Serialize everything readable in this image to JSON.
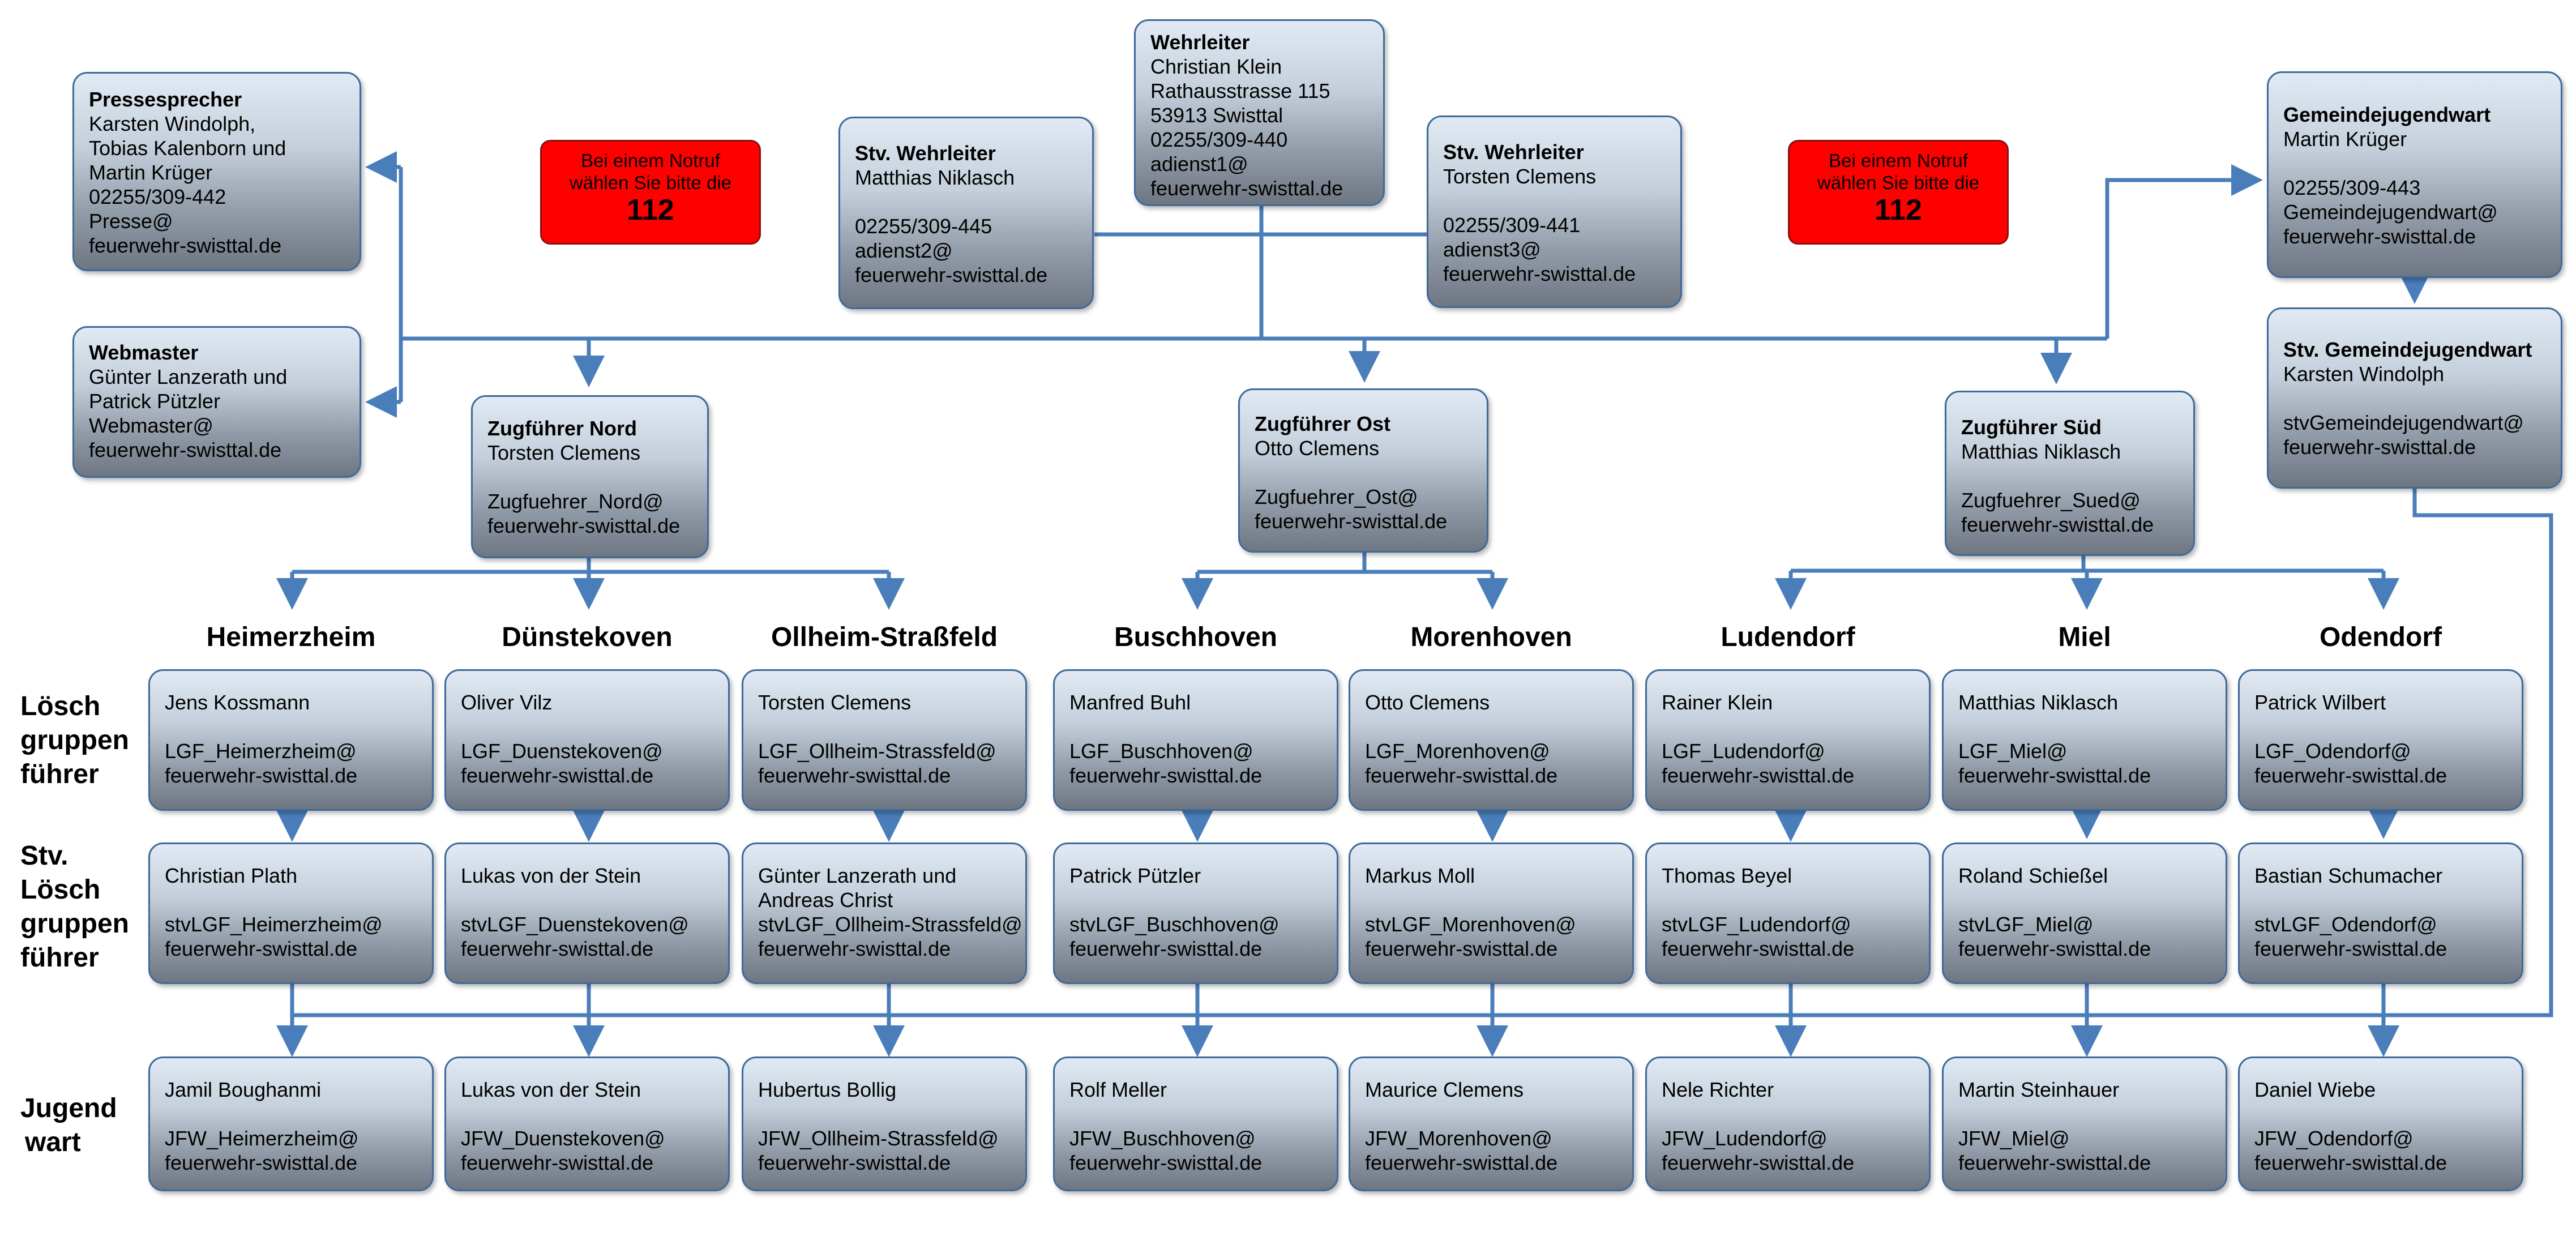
{
  "notruf_left": {
    "line1": "Bei einem Notruf",
    "line2": "wählen Sie bitte die",
    "number": "112"
  },
  "notruf_right": {
    "line1": "Bei einem Notruf",
    "line2": "wählen Sie bitte die",
    "number": "112"
  },
  "wehrleiter": {
    "title": "Wehrleiter",
    "name": "Christian Klein",
    "street": "Rathausstrasse 115",
    "city": "53913 Swisttal",
    "phone": "02255/309-440",
    "mail": "adienst1@",
    "domain": "feuerwehr-swisttal.de"
  },
  "stv_left": {
    "title": "Stv. Wehrleiter",
    "name": "Matthias Niklasch",
    "phone": "02255/309-445",
    "mail": "adienst2@",
    "domain": "feuerwehr-swisttal.de"
  },
  "stv_right": {
    "title": "Stv. Wehrleiter",
    "name": "Torsten Clemens",
    "phone": "02255/309-441",
    "mail": "adienst3@",
    "domain": "feuerwehr-swisttal.de"
  },
  "presse": {
    "title": "Pressesprecher",
    "l1": "Karsten Windolph,",
    "l2": "Tobias Kalenborn und",
    "l3": "Martin Krüger",
    "phone": "02255/309-442",
    "mail": "Presse@",
    "domain": "feuerwehr-swisttal.de"
  },
  "webmaster": {
    "title": "Webmaster",
    "l1": "Günter Lanzerath und",
    "l2": "Patrick Pützler",
    "mail": "Webmaster@",
    "domain": "feuerwehr-swisttal.de"
  },
  "gjw": {
    "title": "Gemeindejugendwart",
    "name": "Martin Krüger",
    "phone": "02255/309-443",
    "mail": "Gemeindejugendwart@",
    "domain": "feuerwehr-swisttal.de"
  },
  "stv_gjw": {
    "title": "Stv. Gemeindejugendwart",
    "name": "Karsten Windolph",
    "mail": "stvGemeindejugendwart@",
    "domain": "feuerwehr-swisttal.de"
  },
  "zf_nord": {
    "title": "Zugführer Nord",
    "name": "Torsten Clemens",
    "mail": "Zugfuehrer_Nord@",
    "domain": "feuerwehr-swisttal.de"
  },
  "zf_ost": {
    "title": "Zugführer Ost",
    "name": "Otto Clemens",
    "mail": "Zugfuehrer_Ost@",
    "domain": "feuerwehr-swisttal.de"
  },
  "zf_sued": {
    "title": "Zugführer Süd",
    "name": "Matthias Niklasch",
    "mail": "Zugfuehrer_Sued@",
    "domain": "feuerwehr-swisttal.de"
  },
  "row_labels": {
    "lgf": [
      "Lösch",
      "gruppen",
      "führer"
    ],
    "stv": [
      "Stv.",
      "Lösch",
      "gruppen",
      "führer"
    ],
    "jw": [
      "Jugend",
      "wart"
    ]
  },
  "units": [
    {
      "town": "Heimerzheim",
      "lgf": {
        "l1": "Jens Kossmann",
        "mail": "LGF_Heimerzheim@",
        "domain": "feuerwehr-swisttal.de"
      },
      "stv": {
        "l1": "Christian Plath",
        "mail": "stvLGF_Heimerzheim@",
        "domain": "feuerwehr-swisttal.de"
      },
      "jw": {
        "l1": "Jamil Boughanmi",
        "mail": "JFW_Heimerzheim@",
        "domain": "feuerwehr-swisttal.de"
      }
    },
    {
      "town": "Dünstekoven",
      "lgf": {
        "l1": "Oliver Vilz",
        "mail": "LGF_Duenstekoven@",
        "domain": "feuerwehr-swisttal.de"
      },
      "stv": {
        "l1": "Lukas von der Stein",
        "mail": "stvLGF_Duenstekoven@",
        "domain": "feuerwehr-swisttal.de"
      },
      "jw": {
        "l1": "Lukas von der Stein",
        "mail": "JFW_Duenstekoven@",
        "domain": "feuerwehr-swisttal.de"
      }
    },
    {
      "town": "Ollheim-Straßfeld",
      "lgf": {
        "l1": "Torsten Clemens",
        "mail": "LGF_Ollheim-Strassfeld@",
        "domain": "feuerwehr-swisttal.de"
      },
      "stv": {
        "l1": "Günter Lanzerath und",
        "l2": "Andreas Christ",
        "mail": "stvLGF_Ollheim-Strassfeld@",
        "domain": "feuerwehr-swisttal.de"
      },
      "jw": {
        "l1": "Hubertus Bollig",
        "mail": "JFW_Ollheim-Strassfeld@",
        "domain": "feuerwehr-swisttal.de"
      }
    },
    {
      "town": "Buschhoven",
      "lgf": {
        "l1": "Manfred Buhl",
        "mail": "LGF_Buschhoven@",
        "domain": "feuerwehr-swisttal.de"
      },
      "stv": {
        "l1": "Patrick Pützler",
        "mail": "stvLGF_Buschhoven@",
        "domain": "feuerwehr-swisttal.de"
      },
      "jw": {
        "l1": "Rolf Meller",
        "mail": "JFW_Buschhoven@",
        "domain": "feuerwehr-swisttal.de"
      }
    },
    {
      "town": "Morenhoven",
      "lgf": {
        "l1": "Otto Clemens",
        "mail": "LGF_Morenhoven@",
        "domain": "feuerwehr-swisttal.de"
      },
      "stv": {
        "l1": "Markus Moll",
        "mail": "stvLGF_Morenhoven@",
        "domain": "feuerwehr-swisttal.de"
      },
      "jw": {
        "l1": "Maurice Clemens",
        "mail": "JFW_Morenhoven@",
        "domain": "feuerwehr-swisttal.de"
      }
    },
    {
      "town": "Ludendorf",
      "lgf": {
        "l1": "Rainer Klein",
        "mail": "LGF_Ludendorf@",
        "domain": "feuerwehr-swisttal.de"
      },
      "stv": {
        "l1": "Thomas Beyel",
        "mail": "stvLGF_Ludendorf@",
        "domain": "feuerwehr-swisttal.de"
      },
      "jw": {
        "l1": "Nele Richter",
        "mail": "JFW_Ludendorf@",
        "domain": "feuerwehr-swisttal.de"
      }
    },
    {
      "town": "Miel",
      "lgf": {
        "l1": "Matthias Niklasch",
        "mail": "LGF_Miel@",
        "domain": "feuerwehr-swisttal.de"
      },
      "stv": {
        "l1": "Roland Schießel",
        "mail": "stvLGF_Miel@",
        "domain": "feuerwehr-swisttal.de"
      },
      "jw": {
        "l1": "Martin Steinhauer",
        "mail": "JFW_Miel@",
        "domain": "feuerwehr-swisttal.de"
      }
    },
    {
      "town": "Odendorf",
      "lgf": {
        "l1": "Patrick Wilbert",
        "mail": "LGF_Odendorf@",
        "domain": "feuerwehr-swisttal.de"
      },
      "stv": {
        "l1": "Bastian Schumacher",
        "mail": "stvLGF_Odendorf@",
        "domain": "feuerwehr-swisttal.de"
      },
      "jw": {
        "l1": "Daniel Wiebe",
        "mail": "JFW_Odendorf@",
        "domain": "feuerwehr-swisttal.de"
      }
    }
  ],
  "colors": {
    "line": "#4a7ebb",
    "box_border": "#3e6a9a",
    "notruf": "#ff0000"
  }
}
